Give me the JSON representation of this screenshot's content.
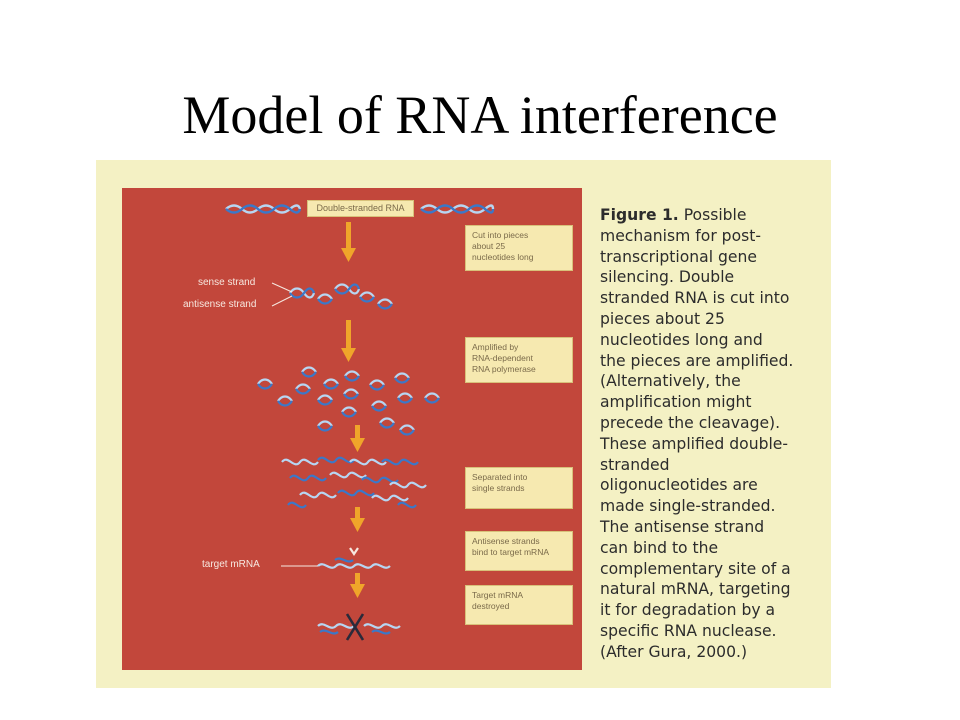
{
  "slide": {
    "title": "Model of RNA interference"
  },
  "figure": {
    "top_label": "Double-stranded RNA",
    "labels": {
      "sense": "sense strand",
      "antisense": "antisense strand",
      "target": "target mRNA"
    },
    "steps": [
      "Cut into pieces\nabout 25\nnucleotides long",
      "Amplified by\nRNA-dependent\nRNA polymerase",
      "Separated into\nsingle strands",
      "Antisense strands\nbind to target mRNA",
      "Target mRNA\ndestroyed"
    ],
    "caption_lead": "Figure 1.",
    "caption_body": " Possible\nmechanism for post-\ntranscriptional gene\nsilencing. Double\nstranded RNA is cut into\npieces about 25\nnucleotides long and\nthe pieces are amplified.\n(Alternatively, the\namplification might\nprecede the cleavage).\nThese amplified double-\nstranded\noligonucleotides are\nmade single-stranded.\nThe antisense strand\ncan bind to the\ncomplementary site of a\nnatural mRNA, targeting\nit for degradation by a\nspecific RNA nuclease.\n(After Gura, 2000.)",
    "colors": {
      "panel": "#c2473b",
      "background": "#f4f1c4",
      "arrow": "#f0a52a",
      "strand_light": "#b7d6f2",
      "strand_blue": "#3b78c8"
    }
  }
}
